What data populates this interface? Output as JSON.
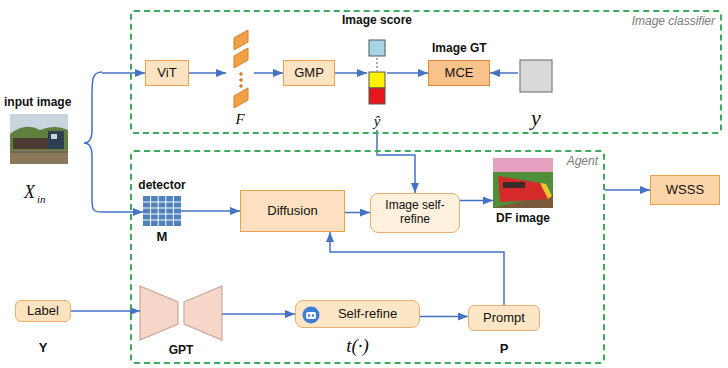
{
  "diagram": {
    "nodes": [
      {
        "text": [
          "Image classifier"
        ]
      },
      {
        "text": [
          "ViT"
        ],
        "in": 0
      },
      {
        "text": [
          "F"
        ],
        "in": 0
      },
      {
        "text": [
          "GMP"
        ],
        "in": 0
      },
      {
        "text": [
          "Image score",
          "ŷ"
        ],
        "in": 0
      },
      {
        "text": [
          "MCE"
        ],
        "in": 0
      },
      {
        "text": [
          "y"
        ],
        "in": 0
      },
      {
        "text": [
          "input image",
          "X",
          "in"
        ]
      },
      {
        "text": [
          "Agent"
        ]
      },
      {
        "text": [
          "detector",
          "M"
        ],
        "in": 8
      },
      {
        "text": [
          "Diffusion"
        ],
        "in": 8
      },
      {
        "text": [
          "Image self-refine"
        ],
        "in": 8
      },
      {
        "text": [
          "DF image"
        ],
        "in": 8
      },
      {
        "text": [
          "Label",
          "Y"
        ]
      },
      {
        "text": [
          "GPT"
        ],
        "in": 8
      },
      {
        "text": [
          "Self-refine",
          "t(·)"
        ],
        "in": 8
      },
      {
        "text": [
          "Prompt",
          "P"
        ],
        "in": 8
      },
      {
        "text": [
          "WSSS"
        ]
      }
    ],
    "edges": [
      {
        "from": 7,
        "to": 1,
        "arrow": "to"
      },
      {
        "from": 7,
        "to": 9,
        "arrow": "to"
      },
      {
        "from": 1,
        "to": 2,
        "arrow": "to"
      },
      {
        "from": 2,
        "to": 3,
        "arrow": "to"
      },
      {
        "from": 3,
        "to": 4,
        "arrow": "to"
      },
      {
        "from": 4,
        "to": 5,
        "arrow": "to"
      },
      {
        "from": 6,
        "to": 5,
        "arrow": "to"
      },
      {
        "from": 4,
        "to": 11,
        "arrow": "to"
      },
      {
        "from": 9,
        "to": 10,
        "arrow": "to"
      },
      {
        "from": 10,
        "to": 11,
        "arrow": "to"
      },
      {
        "from": 11,
        "to": 12,
        "arrow": "to"
      },
      {
        "from": 13,
        "to": 14,
        "arrow": "to"
      },
      {
        "from": 14,
        "to": 15,
        "arrow": "to"
      },
      {
        "from": 15,
        "to": 16,
        "arrow": "to"
      },
      {
        "from": 16,
        "to": 10,
        "arrow": "to"
      },
      {
        "from": 8,
        "to": 17,
        "arrow": "to"
      }
    ],
    "labels": [
      "Image GT"
    ]
  }
}
